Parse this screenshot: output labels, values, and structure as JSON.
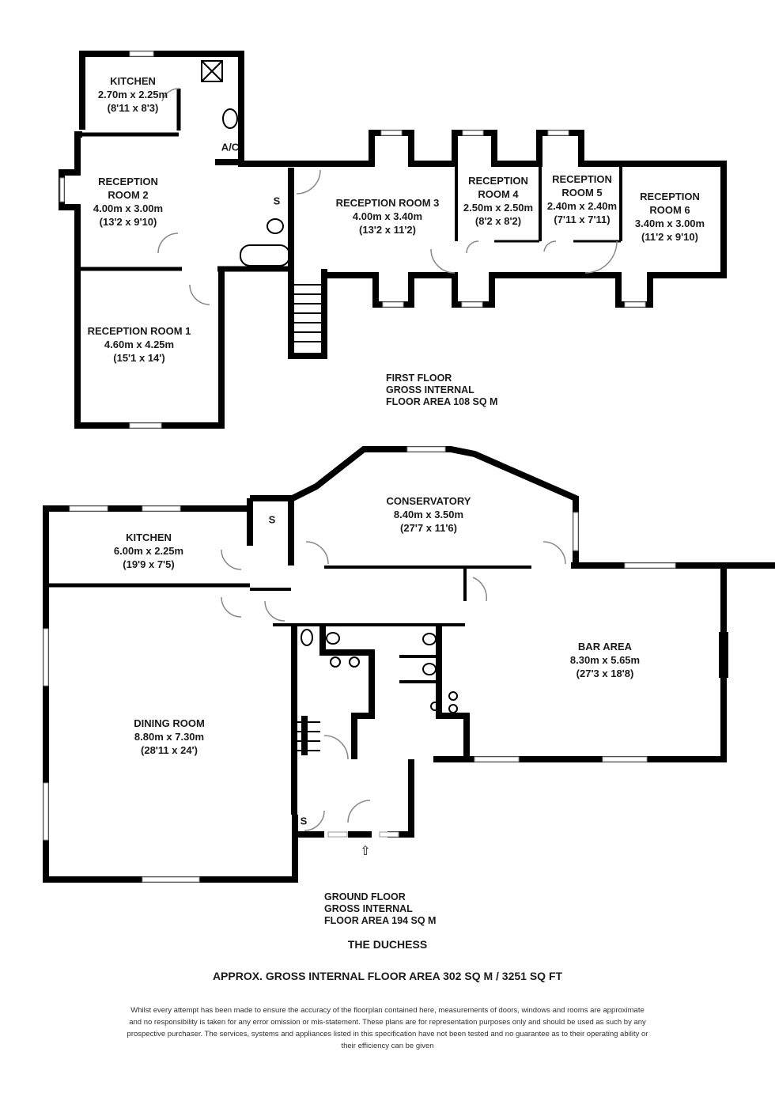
{
  "property": {
    "name": "THE DUCHESS",
    "total_area": "APPROX. GROSS INTERNAL FLOOR AREA 302 SQ M / 3251 SQ FT"
  },
  "first_floor": {
    "note": [
      "FIRST FLOOR",
      "GROSS INTERNAL",
      "FLOOR AREA 108 SQ M"
    ],
    "rooms": [
      {
        "name": "KITCHEN",
        "metric": "2.70m x 2.25m",
        "imperial": "(8'11 x 8'3)"
      },
      {
        "name": "RECEPTION ROOM 2",
        "name_lines": [
          "RECEPTION",
          "ROOM 2"
        ],
        "metric": "4.00m x 3.00m",
        "imperial": "(13'2 x 9'10)"
      },
      {
        "name": "RECEPTION ROOM 1",
        "metric": "4.60m x 4.25m",
        "imperial": "(15'1 x 14')"
      },
      {
        "name": "RECEPTION ROOM 3",
        "metric": "4.00m x 3.40m",
        "imperial": "(13'2 x 11'2)"
      },
      {
        "name": "RECEPTION ROOM 4",
        "name_lines": [
          "RECEPTION",
          "ROOM 4"
        ],
        "metric": "2.50m x 2.50m",
        "imperial": "(8'2 x 8'2)"
      },
      {
        "name": "RECEPTION ROOM 5",
        "name_lines": [
          "RECEPTION",
          "ROOM 5"
        ],
        "metric": "2.40m x 2.40m",
        "imperial": "(7'11 x 7'11)"
      },
      {
        "name": "RECEPTION ROOM 6",
        "name_lines": [
          "RECEPTION",
          "ROOM 6"
        ],
        "metric": "3.40m x 3.00m",
        "imperial": "(11'2 x 9'10)"
      }
    ],
    "symbols": {
      "ac": "A/C",
      "storage": "S"
    }
  },
  "ground_floor": {
    "note": [
      "GROUND FLOOR",
      "GROSS INTERNAL",
      "FLOOR AREA 194 SQ M"
    ],
    "rooms": [
      {
        "name": "KITCHEN",
        "metric": "6.00m x 2.25m",
        "imperial": "(19'9 x 7'5)"
      },
      {
        "name": "CONSERVATORY",
        "metric": "8.40m x 3.50m",
        "imperial": "(27'7 x 11'6)"
      },
      {
        "name": "BAR AREA",
        "metric": "8.30m x 5.65m",
        "imperial": "(27'3 x 18'8)"
      },
      {
        "name": "DINING ROOM",
        "metric": "8.80m x 7.30m",
        "imperial": "(28'11 x 24')"
      }
    ],
    "symbols": {
      "storage": "S",
      "entrance": "⇧"
    }
  },
  "disclaimer": "Whilst every attempt has been made to ensure the accuracy of the floorplan contained here, measurements of doors, windows and rooms are approximate and no responsibility is taken for any error omission or mis-statement. These plans are for representation purposes only and should be used as such by any prospective purchaser. The services, systems and appliances listed in this specification have not been tested and no guarantee as to their operating ability or their efficiency can be given",
  "colors": {
    "wall": "#000000",
    "background": "#ffffff",
    "door_arc": "#888888",
    "window": "#999999"
  }
}
